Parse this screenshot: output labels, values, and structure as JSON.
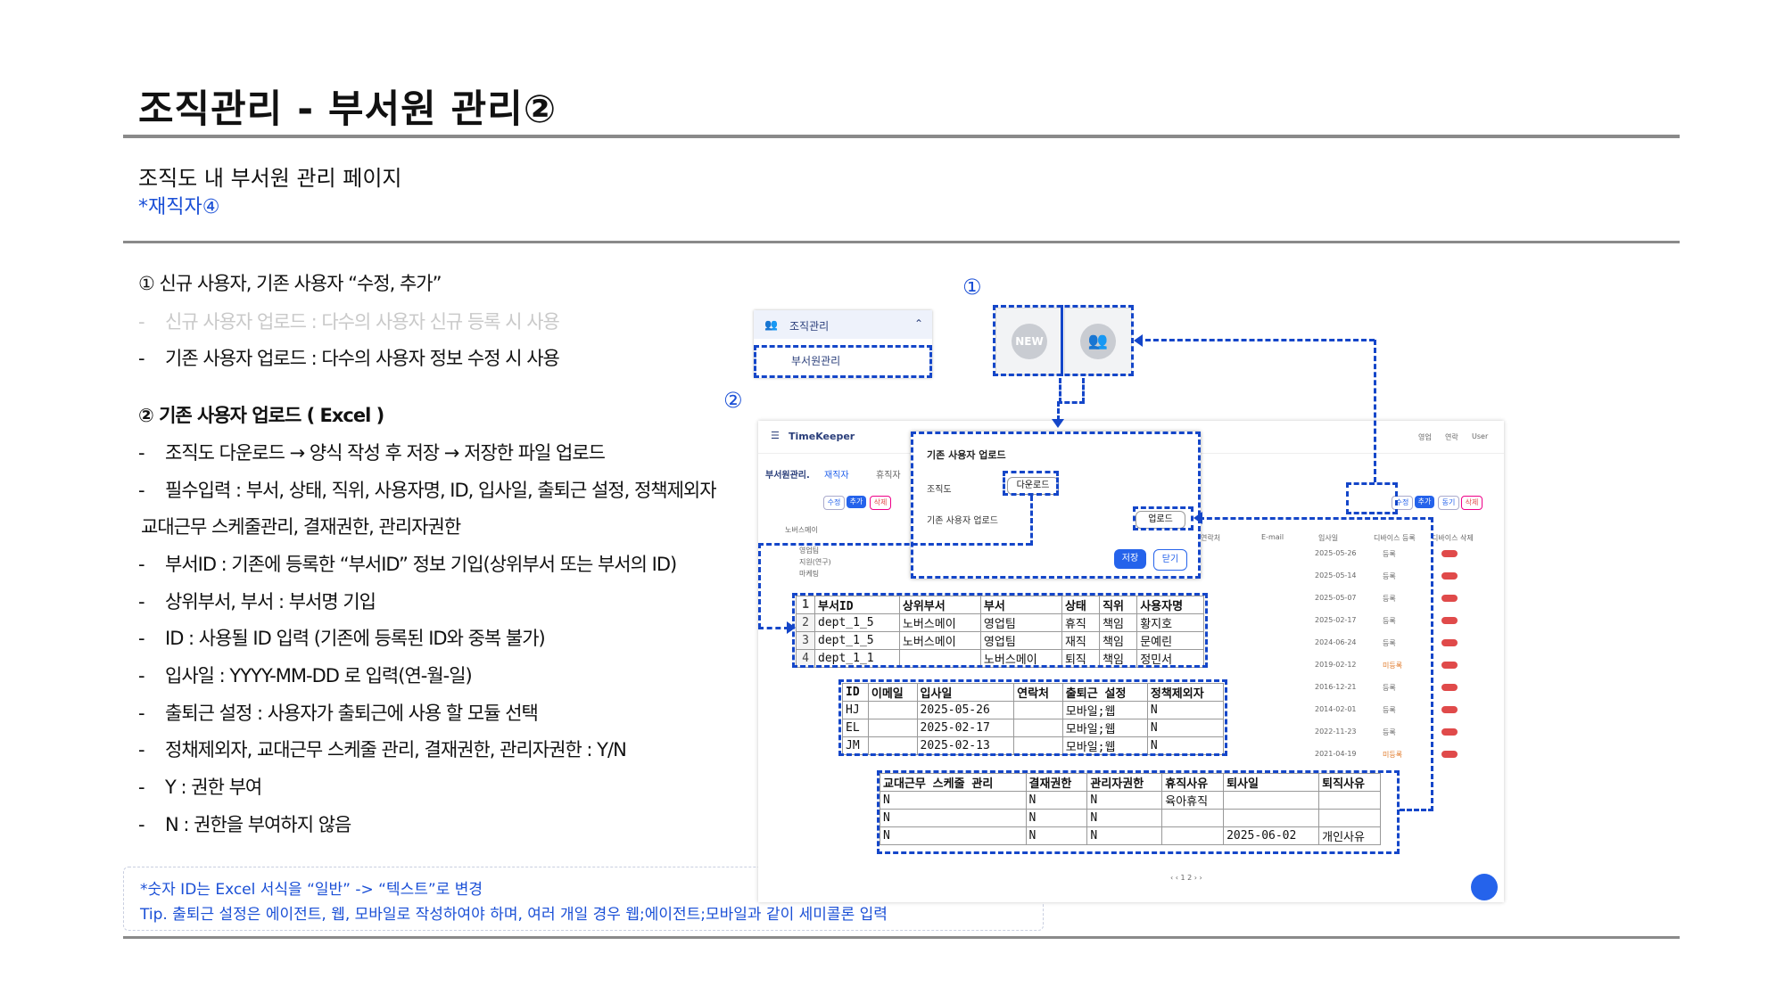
{
  "title": "조직관리 - 부서원 관리②",
  "subtitle": "조직도 내 부서원 관리 페이지",
  "subtitle_note": "*재직자④",
  "sections": {
    "s1_heading": "① 신규 사용자, 기존 사용자 “수정, 추가”",
    "s1_items": [
      "신규 사용자 업로드 : 다수의 사용자 신규 등록 시 사용",
      "기존 사용자 업로드 : 다수의 사용자 정보 수정 시 사용"
    ],
    "s2_heading": "② 기존 사용자 업로드 ( Excel )",
    "s2_items": [
      "조직도 다운로드 → 양식 작성 후 저장 → 저장한 파일 업로드",
      "필수입력 : 부서, 상태, 직위, 사용자명, ID, 입사일, 출퇴근 설정, 정책제외자",
      "부서ID : 기존에 등록한 “부서ID” 정보 기입(상위부서 또는 부서의 ID)",
      "상위부서, 부서 : 부서명 기입",
      "ID : 사용될 ID 입력 (기존에 등록된 ID와 중복 불가)",
      "입사일 : YYYY-MM-DD 로 입력(연-월-일)",
      "출퇴근 설정 : 사용자가 출퇴근에 사용 할 모듈 선택",
      "정채제외자, 교대근무 스케줄 관리, 결재권한, 관리자권한 : Y/N",
      "Y : 권한 부여",
      "N : 권한을 부여하지 않음"
    ],
    "s2_continuation": "교대근무 스케줄관리, 결재권한, 관리자권한"
  },
  "tips": {
    "line1": "*숫자 ID는 Excel 서식을 “일반” -> “텍스트”로 변경",
    "line2": "Tip. 출퇴근 설정은 에이전트, 웹, 모바일로 작성하여야 하며, 여러 개일 경우 웹;에이전트;모바일과 같이 세미콜론 입력"
  },
  "markers": {
    "m1": "①",
    "m2": "②"
  },
  "sidebar": {
    "menu_label": "조직관리",
    "sub_label": "부서원관리"
  },
  "icons": {
    "new_label": "NEW"
  },
  "app": {
    "brand": "TimeKeeper",
    "page_label": "부서원관리.",
    "tab_active": "재직자",
    "tab_other": "휴직자",
    "header_right": [
      "영업",
      "연락",
      "User"
    ],
    "btn_edit": "수정",
    "btn_add": "추가",
    "btn_delete": "삭제",
    "btn_extra": "동기",
    "tree": [
      "노버스메이",
      "영업팀",
      "지원(연구)",
      "마케팅"
    ],
    "col_headers": [
      "연락처",
      "E-mail",
      "입사일",
      "디바이스 등록",
      "디바이스 삭제"
    ],
    "dates": [
      "2025-05-26",
      "2025-05-14",
      "2025-05-07",
      "2025-02-17",
      "2024-06-24",
      "2019-02-12",
      "2016-12-21",
      "2014-02-01",
      "2022-11-23",
      "2021-04-19"
    ],
    "device_status": [
      "등록",
      "등록",
      "등록",
      "등록",
      "등록",
      "미등록",
      "등록",
      "등록",
      "등록",
      "미등록"
    ],
    "pager": "‹ ‹ 1 2 › ›"
  },
  "modal": {
    "title": "기존 사용자 업로드",
    "org_label": "조직도",
    "download_btn": "다운로드",
    "upload_label": "기존 사용자 업로드",
    "upload_btn": "업로드",
    "save_btn": "저장",
    "close_btn": "닫기"
  },
  "excel1": {
    "headers": [
      "부서ID",
      "상위부서",
      "부서",
      "상태",
      "직위",
      "사용자명"
    ],
    "rows": [
      [
        "dept_1_5",
        "노버스메이",
        "영업팀",
        "휴직",
        "책임",
        "황지호"
      ],
      [
        "dept_1_5",
        "노버스메이",
        "영업팀",
        "재직",
        "책임",
        "문예린"
      ],
      [
        "dept_1_1",
        "",
        "노버스메이",
        "퇴직",
        "책임",
        "정민서"
      ]
    ]
  },
  "excel2": {
    "headers": [
      "ID",
      "이메일",
      "입사일",
      "연락처",
      "출퇴근 설정",
      "정책제외자"
    ],
    "rows": [
      [
        "HJ",
        "",
        "2025-05-26",
        "",
        "모바일;웹",
        "N"
      ],
      [
        "EL",
        "",
        "2025-02-17",
        "",
        "모바일;웹",
        "N"
      ],
      [
        "JM",
        "",
        "2025-02-13",
        "",
        "모바일;웹",
        "N"
      ]
    ]
  },
  "excel3": {
    "headers": [
      "교대근무 스케줄 관리",
      "결재권한",
      "관리자권한",
      "휴직사유",
      "퇴사일",
      "퇴직사유"
    ],
    "rows": [
      [
        "N",
        "N",
        "N",
        "육아휴직",
        "",
        ""
      ],
      [
        "N",
        "N",
        "N",
        "",
        "",
        ""
      ],
      [
        "N",
        "N",
        "N",
        "",
        "2025-06-02",
        "개인사유"
      ]
    ]
  },
  "colors": {
    "accent_blue": "#1446c9",
    "text_blue": "#1a4fd6",
    "danger_red": "#e04a4a"
  }
}
